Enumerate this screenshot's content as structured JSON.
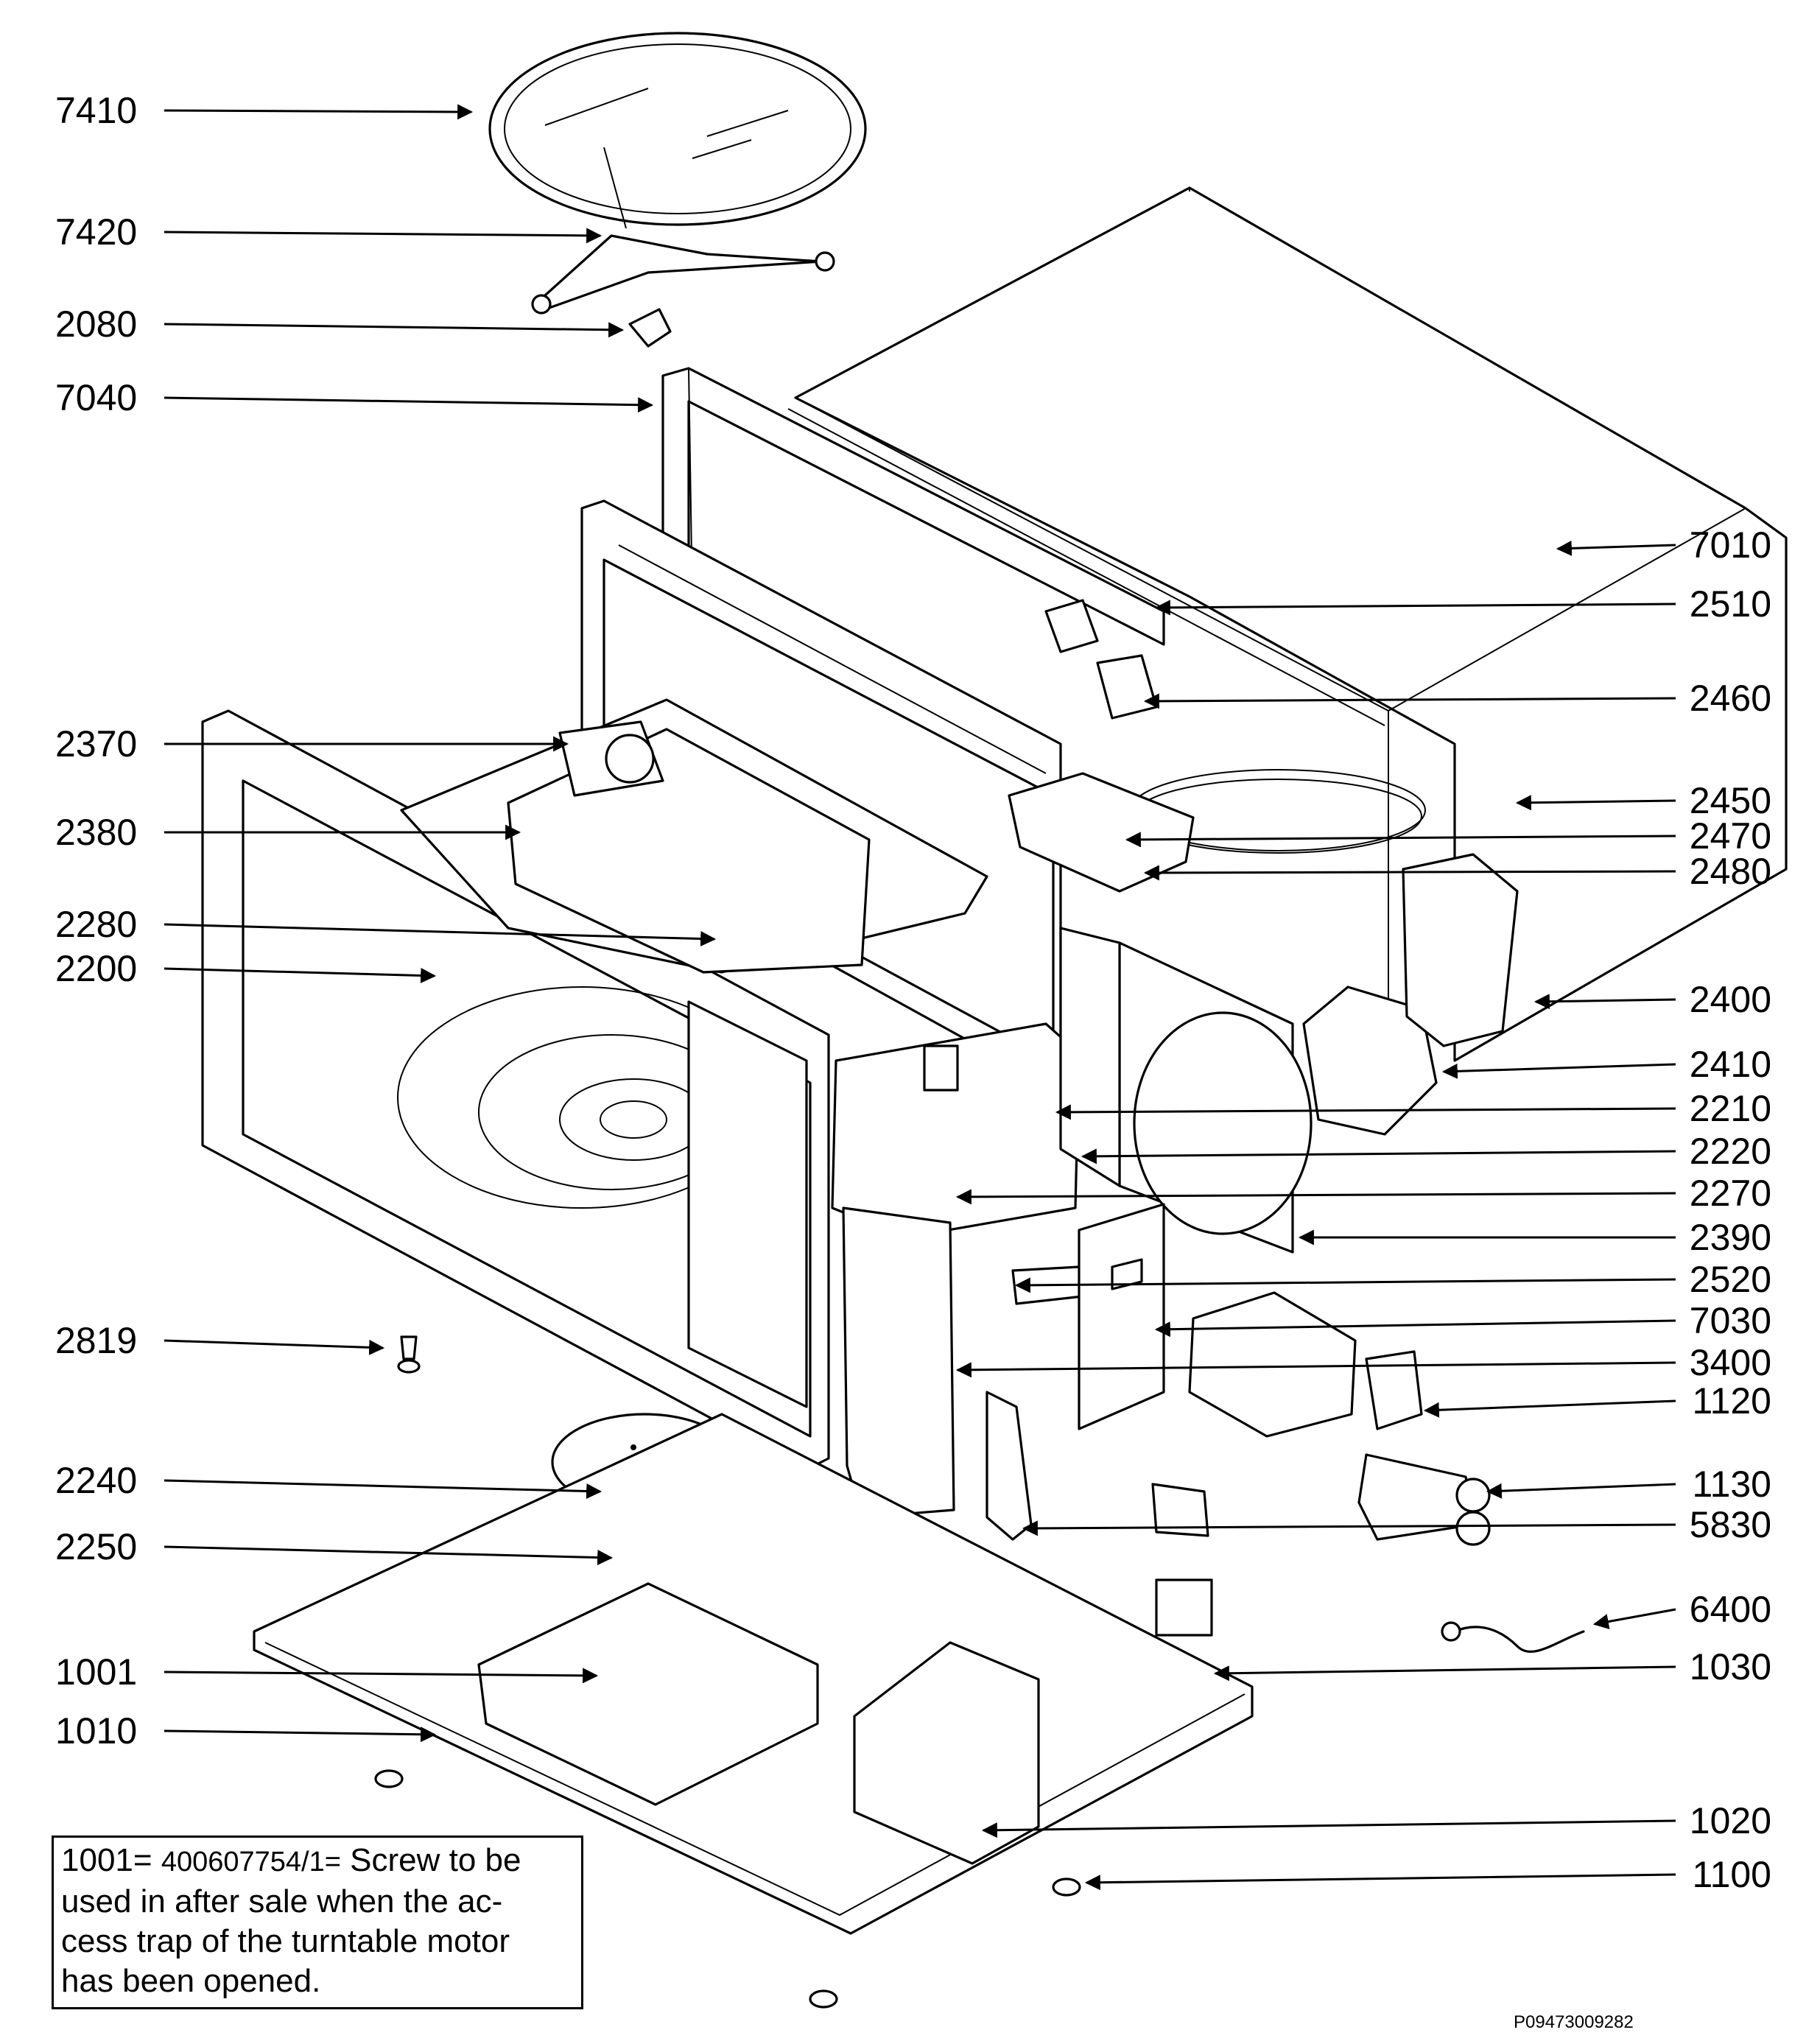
{
  "callouts_left": [
    {
      "id": "c7410",
      "label": "7410"
    },
    {
      "id": "c7420",
      "label": "7420"
    },
    {
      "id": "c2080",
      "label": "2080"
    },
    {
      "id": "c7040",
      "label": "7040"
    },
    {
      "id": "c2370",
      "label": "2370"
    },
    {
      "id": "c2380",
      "label": "2380"
    },
    {
      "id": "c2280",
      "label": "2280"
    },
    {
      "id": "c2200",
      "label": "2200"
    },
    {
      "id": "c2819",
      "label": "2819"
    },
    {
      "id": "c2240",
      "label": "2240"
    },
    {
      "id": "c2250",
      "label": "2250"
    },
    {
      "id": "c1001",
      "label": "1001"
    },
    {
      "id": "c1010",
      "label": "1010"
    }
  ],
  "callouts_right": [
    {
      "id": "c7010",
      "label": "7010"
    },
    {
      "id": "c2510",
      "label": "2510"
    },
    {
      "id": "c2460",
      "label": "2460"
    },
    {
      "id": "c2450",
      "label": "2450"
    },
    {
      "id": "c2470",
      "label": "2470"
    },
    {
      "id": "c2480",
      "label": "2480"
    },
    {
      "id": "c2400",
      "label": "2400"
    },
    {
      "id": "c2410",
      "label": "2410"
    },
    {
      "id": "c2210",
      "label": "2210"
    },
    {
      "id": "c2220",
      "label": "2220"
    },
    {
      "id": "c2270",
      "label": "2270"
    },
    {
      "id": "c2390",
      "label": "2390"
    },
    {
      "id": "c2520",
      "label": "2520"
    },
    {
      "id": "c7030",
      "label": "7030"
    },
    {
      "id": "c3400",
      "label": "3400"
    },
    {
      "id": "c1120",
      "label": "1120"
    },
    {
      "id": "c1130",
      "label": "1130"
    },
    {
      "id": "c5830",
      "label": "5830"
    },
    {
      "id": "c6400",
      "label": "6400"
    },
    {
      "id": "c1030",
      "label": "1030"
    },
    {
      "id": "c1020",
      "label": "1020"
    },
    {
      "id": "c1100",
      "label": "1100"
    }
  ],
  "note": {
    "prefix": "1001=",
    "part_number": "400607754/1=",
    "line1_rest": "Screw to be",
    "line2": "used in after sale when the ac-",
    "line3": "cess trap of the turntable motor",
    "line4": "has been opened."
  },
  "drawing_code": "P09473009282"
}
